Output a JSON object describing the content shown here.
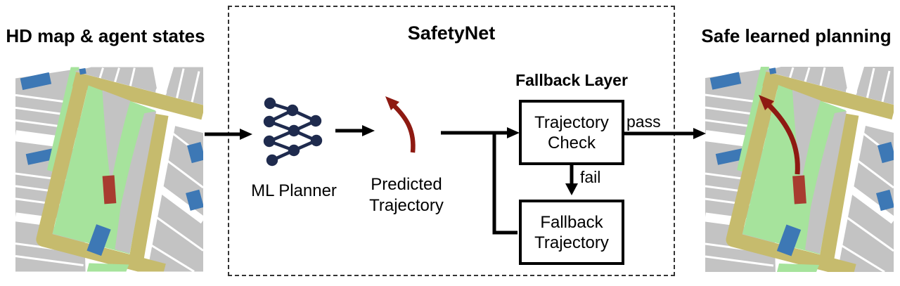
{
  "header": {
    "left_title": "HD map & agent states",
    "center_title": "SafetyNet",
    "right_title": "Safe learned planning"
  },
  "pipeline": {
    "ml_planner_label": "ML Planner",
    "predicted_trajectory": {
      "line1": "Predicted",
      "line2": "Trajectory"
    },
    "fallback_layer": {
      "title": "Fallback Layer",
      "trajectory_check": {
        "line1": "Trajectory",
        "line2": "Check"
      },
      "fallback_trajectory": {
        "line1": "Fallback",
        "line2": "Trajectory"
      },
      "pass_label": "pass",
      "fail_label": "fail"
    }
  },
  "icons": {
    "ml_planner": "neural-network-icon",
    "predicted_trajectory": "curved-red-arrow-icon",
    "connectors": "black-arrow-icon",
    "maps": "birdseye-road-map-thumbnail"
  },
  "colors": {
    "background": "#ffffff",
    "line": "#000000",
    "box_border": "#000000",
    "dashed_border": "#333333",
    "map_gray": "#c3c3c3",
    "map_green": "#a6e39c",
    "map_khaki": "#c6bb6d",
    "ego_red": "#a83c30",
    "car_blue": "#3d78b5",
    "trajectory_red": "#8e1a12",
    "nn_navy": "#1f2b4e"
  }
}
